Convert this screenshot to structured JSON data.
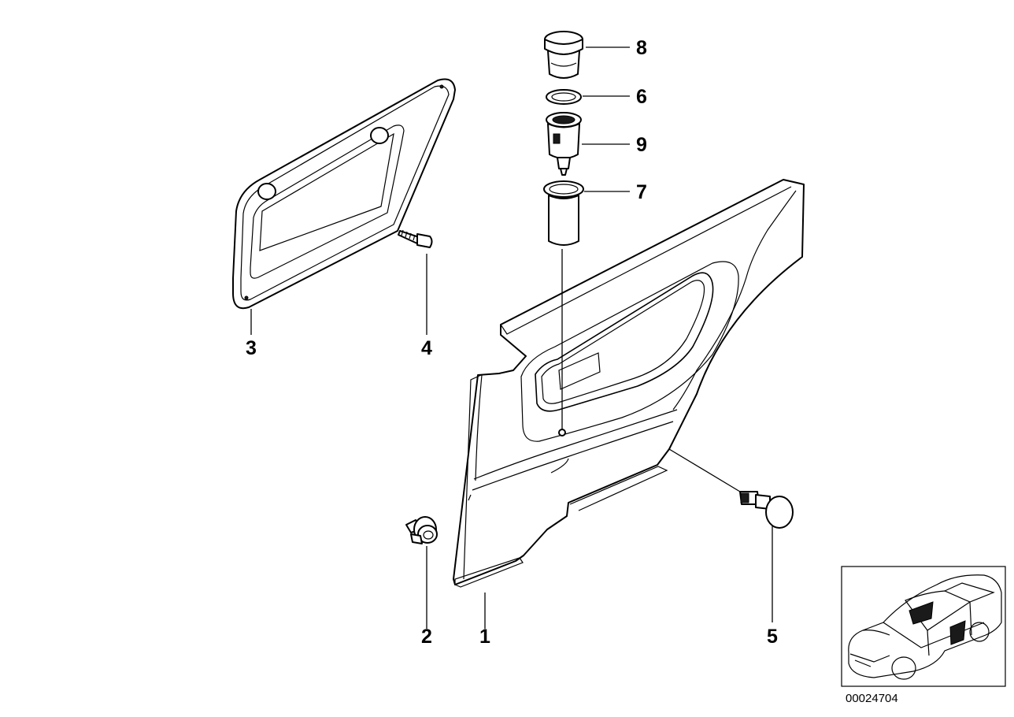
{
  "callouts": {
    "c1": "1",
    "c2": "2",
    "c3": "3",
    "c4": "4",
    "c5": "5",
    "c6": "6",
    "c7": "7",
    "c8": "8",
    "c9": "9"
  },
  "diagram_code": "00024704"
}
